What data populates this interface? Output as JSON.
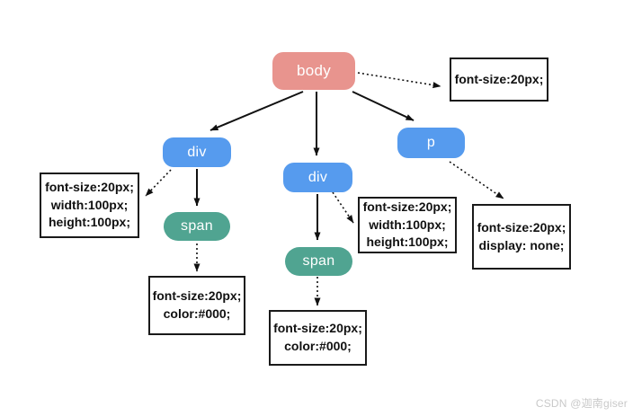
{
  "diagram": {
    "nodes": {
      "body": {
        "label": "body"
      },
      "div_left": {
        "label": "div"
      },
      "div_center": {
        "label": "div"
      },
      "p_right": {
        "label": "p"
      },
      "span_left": {
        "label": "span"
      },
      "span_center": {
        "label": "span"
      }
    },
    "styleboxes": {
      "body_css": {
        "lines": [
          "font-size:20px;"
        ]
      },
      "div_left_css": {
        "lines": [
          "font-size:20px;",
          "width:100px;",
          "height:100px;"
        ]
      },
      "div_center_css": {
        "lines": [
          "font-size:20px;",
          "width:100px;",
          "height:100px;"
        ]
      },
      "span_left_css": {
        "lines": [
          "font-size:20px;",
          "color:#000;"
        ]
      },
      "span_center_css": {
        "lines": [
          "font-size:20px;",
          "color:#000;"
        ]
      },
      "p_css": {
        "lines": [
          "font-size:20px;",
          "display: none;"
        ]
      }
    },
    "colors": {
      "body_node": "#e8948e",
      "element_node": "#569bee",
      "span_node": "#50a491",
      "node_text": "#ffffff",
      "box_border": "#1a1a1a",
      "box_text": "#111111",
      "arrow": "#111111",
      "background": "#ffffff"
    }
  },
  "watermark": {
    "text": "CSDN @迦南giser"
  }
}
